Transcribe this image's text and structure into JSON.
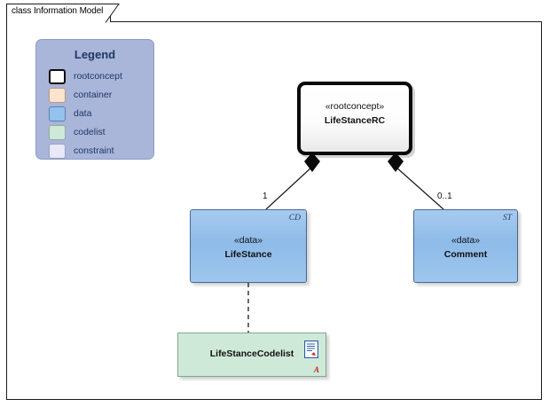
{
  "frame": {
    "tab_label": "class Information Model"
  },
  "legend": {
    "title": "Legend",
    "items": [
      {
        "label": "rootconcept",
        "color": "#ffffff",
        "border": "#0d0d0d"
      },
      {
        "label": "container",
        "color": "#fae3cf",
        "border": "#b99a7d"
      },
      {
        "label": "data",
        "color": "#95c1ef",
        "border": "#5d82ad"
      },
      {
        "label": "codelist",
        "color": "#cfe9d9",
        "border": "#8fae9c"
      },
      {
        "label": "constraint",
        "color": "#e7e9f7",
        "border": "#9aa0c0"
      }
    ]
  },
  "nodes": {
    "root": {
      "stereotype": "«rootconcept»",
      "name": "LifeStanceRC"
    },
    "lifestance": {
      "stereotype": "«data»",
      "name": "LifeStance",
      "corner_marker": "CD"
    },
    "comment": {
      "stereotype": "«data»",
      "name": "Comment",
      "corner_marker": "ST"
    },
    "codelist": {
      "name": "LifeStanceCodelist",
      "corner_marker": "A",
      "icon": "document-icon"
    }
  },
  "connectors": {
    "left_multiplicity": "1",
    "right_multiplicity": "0..1"
  }
}
